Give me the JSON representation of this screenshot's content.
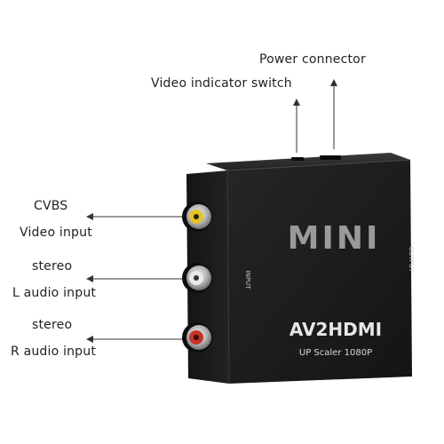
{
  "callouts": {
    "power_connector": "Power connector",
    "video_indicator_switch": "Video indicator switch",
    "cvbs": "CVBS",
    "video_input": "Video input",
    "stereo_left": "stereo",
    "l_audio_input": "L audio input",
    "stereo_right": "stereo",
    "r_audio_input": "R audio input"
  },
  "device": {
    "brand": "MINI",
    "model": "AV2HDMI",
    "subtitle": "UP Scaler 1080P",
    "side_input_label": "INPUT",
    "side_output_label": "OUTPUT"
  },
  "colors": {
    "device_body": "#1b1b1d",
    "device_top": "#2a2a2c",
    "rca_yellow": "#e3c22a",
    "rca_white": "#e9e9e9",
    "rca_red": "#c9322b",
    "callout_line": "#333333"
  }
}
